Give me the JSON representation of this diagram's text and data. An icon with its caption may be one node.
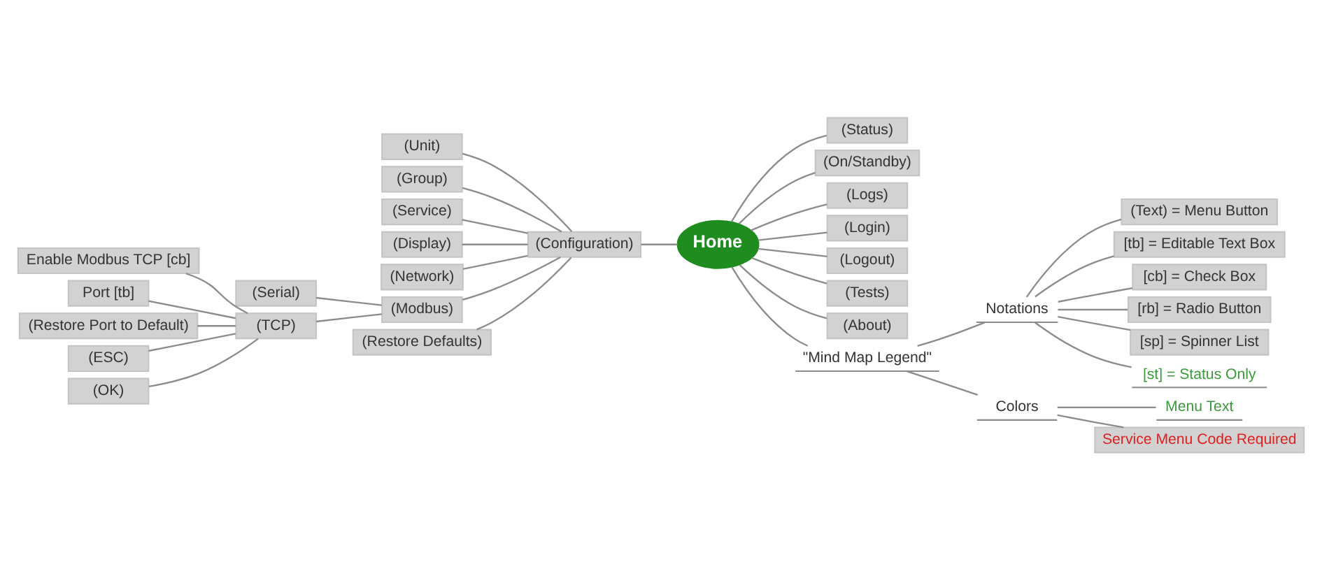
{
  "diagram": {
    "nodes": [
      {
        "text": [
          "Home"
        ]
      },
      {
        "text": [
          "(Configuration)"
        ]
      },
      {
        "text": [
          "(Unit)"
        ]
      },
      {
        "text": [
          "(Group)"
        ]
      },
      {
        "text": [
          "(Service)"
        ]
      },
      {
        "text": [
          "(Display)"
        ]
      },
      {
        "text": [
          "(Network)"
        ]
      },
      {
        "text": [
          "(Modbus)"
        ]
      },
      {
        "text": [
          "(Serial)"
        ]
      },
      {
        "text": [
          "(TCP)"
        ]
      },
      {
        "text": [
          "Enable Modbus TCP [cb]"
        ]
      },
      {
        "text": [
          "Port [tb]"
        ]
      },
      {
        "text": [
          "(Restore Port to Default)"
        ]
      },
      {
        "text": [
          "(ESC)"
        ]
      },
      {
        "text": [
          "(OK)"
        ]
      },
      {
        "text": [
          "(Restore Defaults)"
        ]
      },
      {
        "text": [
          "(Status)"
        ]
      },
      {
        "text": [
          "(On/Standby)"
        ]
      },
      {
        "text": [
          "(Logs)"
        ]
      },
      {
        "text": [
          "(Login)"
        ]
      },
      {
        "text": [
          "(Logout)"
        ]
      },
      {
        "text": [
          "(Tests)"
        ]
      },
      {
        "text": [
          "(About)"
        ]
      },
      {
        "text": [
          "\"Mind Map Legend\""
        ]
      },
      {
        "text": [
          "Notations"
        ]
      },
      {
        "text": [
          "(Text) = Menu Button"
        ]
      },
      {
        "text": [
          "[tb] = Editable Text Box"
        ]
      },
      {
        "text": [
          "[cb] = Check Box"
        ]
      },
      {
        "text": [
          "[rb] = Radio Button"
        ]
      },
      {
        "text": [
          "[sp] = Spinner List"
        ]
      },
      {
        "text": [
          "[st] = Status Only"
        ]
      },
      {
        "text": [
          "Colors"
        ]
      },
      {
        "text": [
          "Menu Text"
        ]
      },
      {
        "text": [
          "Service Menu Code Required"
        ]
      }
    ],
    "edges": [
      {
        "from": 1,
        "to": 0,
        "arrow": "none"
      },
      {
        "from": 2,
        "to": 1,
        "arrow": "none"
      },
      {
        "from": 3,
        "to": 1,
        "arrow": "none"
      },
      {
        "from": 4,
        "to": 1,
        "arrow": "none"
      },
      {
        "from": 5,
        "to": 1,
        "arrow": "none"
      },
      {
        "from": 6,
        "to": 1,
        "arrow": "none"
      },
      {
        "from": 7,
        "to": 1,
        "arrow": "none"
      },
      {
        "from": 15,
        "to": 1,
        "arrow": "none"
      },
      {
        "from": 8,
        "to": 7,
        "arrow": "none"
      },
      {
        "from": 9,
        "to": 7,
        "arrow": "none"
      },
      {
        "from": 10,
        "to": 9,
        "arrow": "none"
      },
      {
        "from": 11,
        "to": 9,
        "arrow": "none"
      },
      {
        "from": 12,
        "to": 9,
        "arrow": "none"
      },
      {
        "from": 13,
        "to": 9,
        "arrow": "none"
      },
      {
        "from": 14,
        "to": 9,
        "arrow": "none"
      },
      {
        "from": 0,
        "to": 16,
        "arrow": "none"
      },
      {
        "from": 0,
        "to": 17,
        "arrow": "none"
      },
      {
        "from": 0,
        "to": 18,
        "arrow": "none"
      },
      {
        "from": 0,
        "to": 19,
        "arrow": "none"
      },
      {
        "from": 0,
        "to": 20,
        "arrow": "none"
      },
      {
        "from": 0,
        "to": 21,
        "arrow": "none"
      },
      {
        "from": 0,
        "to": 22,
        "arrow": "none"
      },
      {
        "from": 0,
        "to": 23,
        "arrow": "none"
      },
      {
        "from": 23,
        "to": 24,
        "arrow": "none"
      },
      {
        "from": 23,
        "to": 31,
        "arrow": "none"
      },
      {
        "from": 24,
        "to": 25,
        "arrow": "none"
      },
      {
        "from": 24,
        "to": 26,
        "arrow": "none"
      },
      {
        "from": 24,
        "to": 27,
        "arrow": "none"
      },
      {
        "from": 24,
        "to": 28,
        "arrow": "none"
      },
      {
        "from": 24,
        "to": 29,
        "arrow": "none"
      },
      {
        "from": 24,
        "to": 30,
        "arrow": "none"
      },
      {
        "from": 31,
        "to": 32,
        "arrow": "none"
      },
      {
        "from": 31,
        "to": 33,
        "arrow": "none"
      }
    ]
  }
}
